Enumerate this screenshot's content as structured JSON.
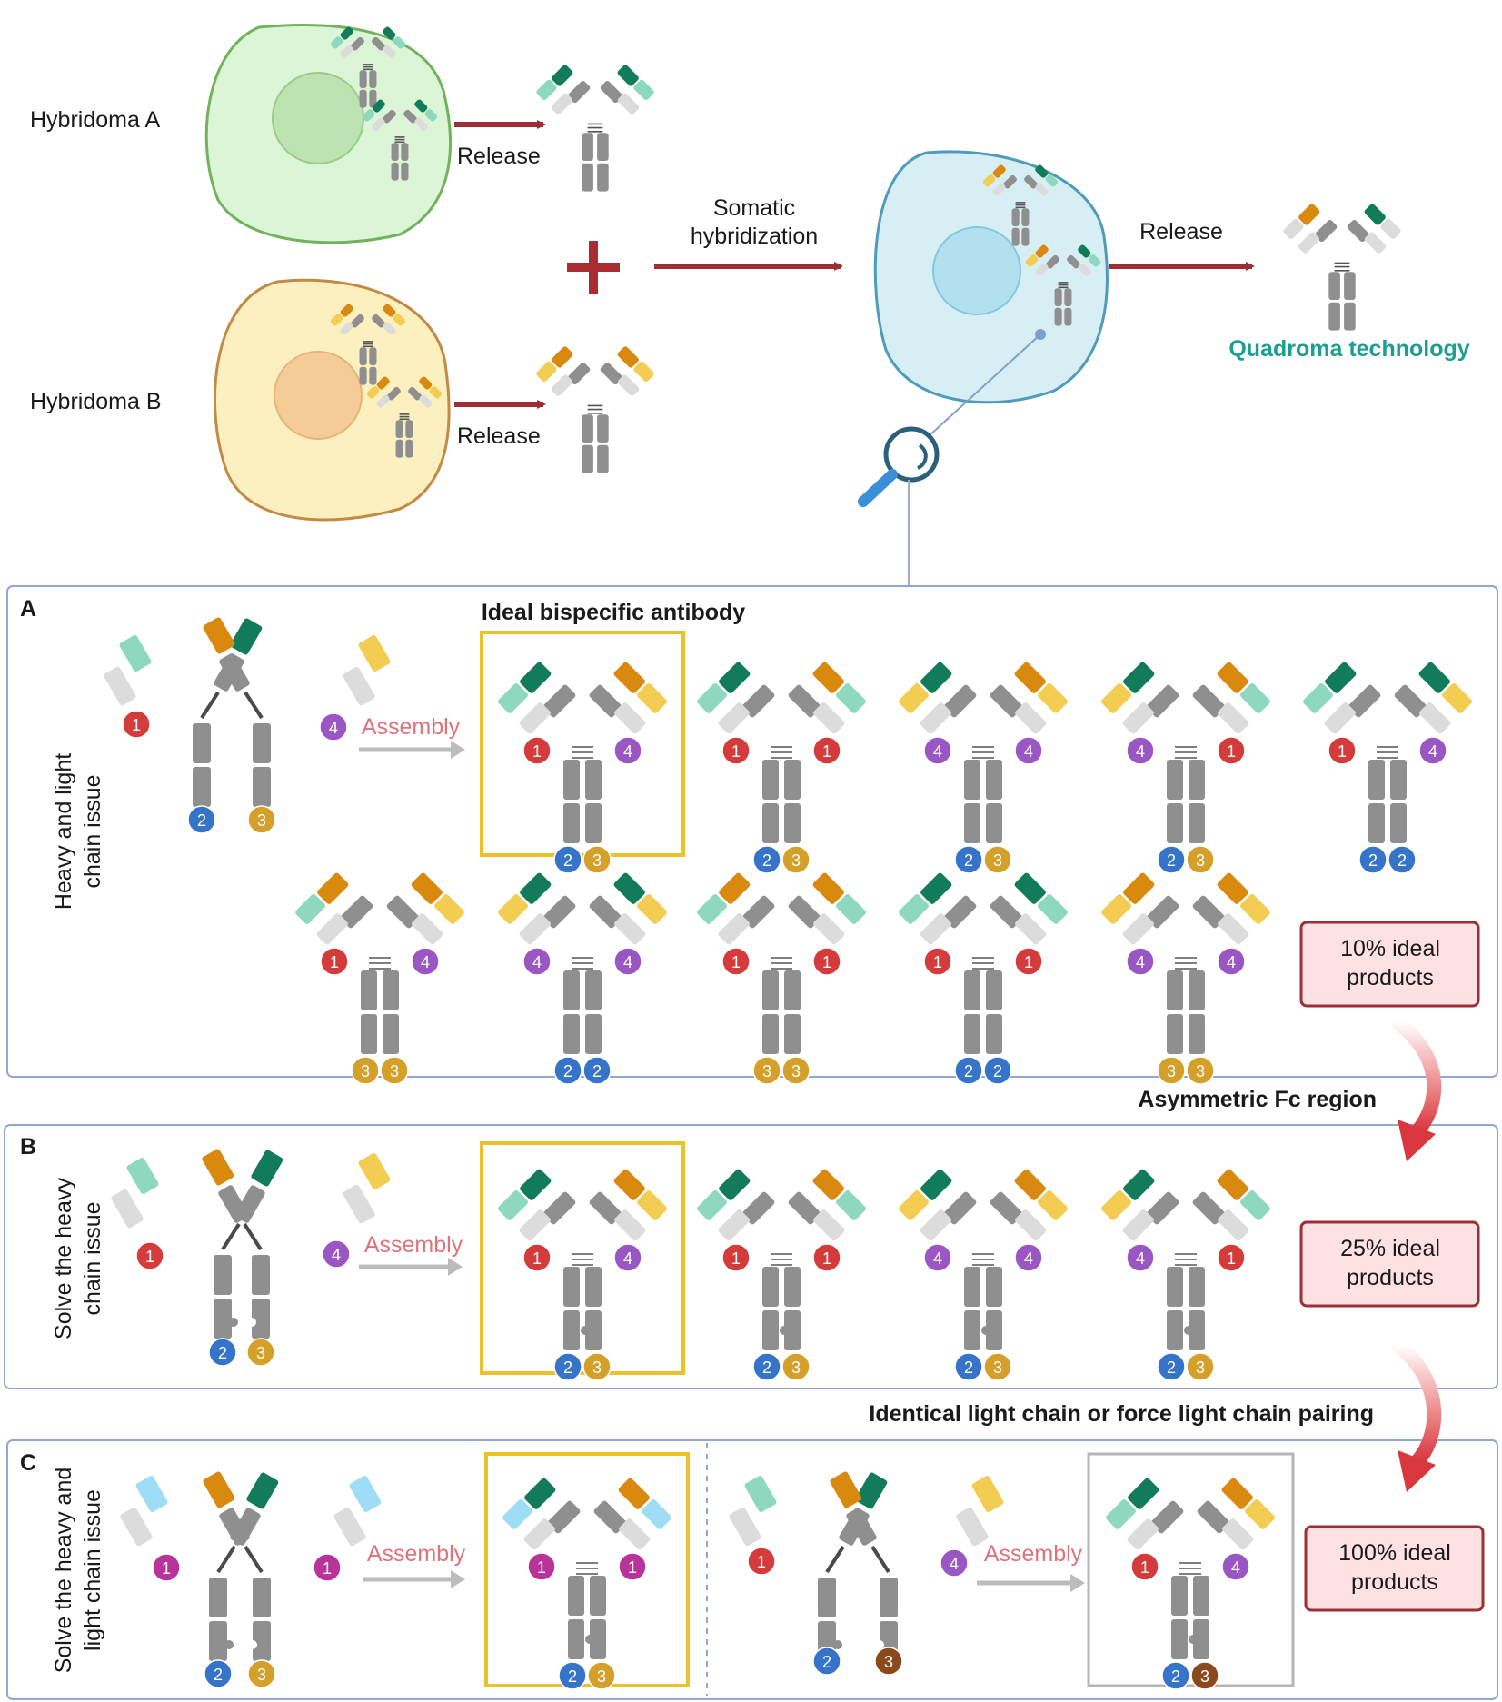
{
  "colors": {
    "light_teal": "#8ed8c0",
    "dark_green": "#127c5a",
    "orange": "#d8890e",
    "yellow": "#f2cd52",
    "light_blue": "#9fdcf5",
    "gray": "#8f8f8f",
    "light_gray": "#dcdcdc",
    "red_badge": "#d43c3c",
    "purple_badge": "#9a57c4",
    "blue_badge": "#3574c8",
    "gold_badge": "#d5a02a",
    "magenta_badge": "#b8339a",
    "brown_badge": "#8b4a1e",
    "arrow_red": "#9b2f35",
    "plus_red": "#a82c32",
    "quadroma_teal": "#1c9e92"
  },
  "top": {
    "hybridoma_a": "Hybridoma A",
    "hybridoma_b": "Hybridoma B",
    "release_a": "Release",
    "release_b": "Release",
    "release_c": "Release",
    "somatic_line1": "Somatic",
    "somatic_line2": "hybridization",
    "quadroma": "Quadroma technology"
  },
  "panel_a": {
    "letter": "A",
    "side_line1": "Heavy and light",
    "side_line2": "chain issue",
    "ideal_title": "Ideal bispecific antibody",
    "assembly": "Assembly",
    "result_line1": "10% ideal",
    "result_line2": "products"
  },
  "transition_ab": "Asymmetric Fc region",
  "panel_b": {
    "letter": "B",
    "side_line1": "Solve the heavy",
    "side_line2": "chain issue",
    "assembly": "Assembly",
    "result_line1": "25% ideal",
    "result_line2": "products"
  },
  "transition_bc": "Identical light chain or force light chain pairing",
  "panel_c": {
    "letter": "C",
    "side_line1": "Solve the heavy and",
    "side_line2": "light chain issue",
    "assembly_left": "Assembly",
    "assembly_right": "Assembly",
    "result_line1": "100% ideal",
    "result_line2": "products"
  },
  "badges": {
    "n1": "1",
    "n2": "2",
    "n3": "3",
    "n4": "4"
  }
}
